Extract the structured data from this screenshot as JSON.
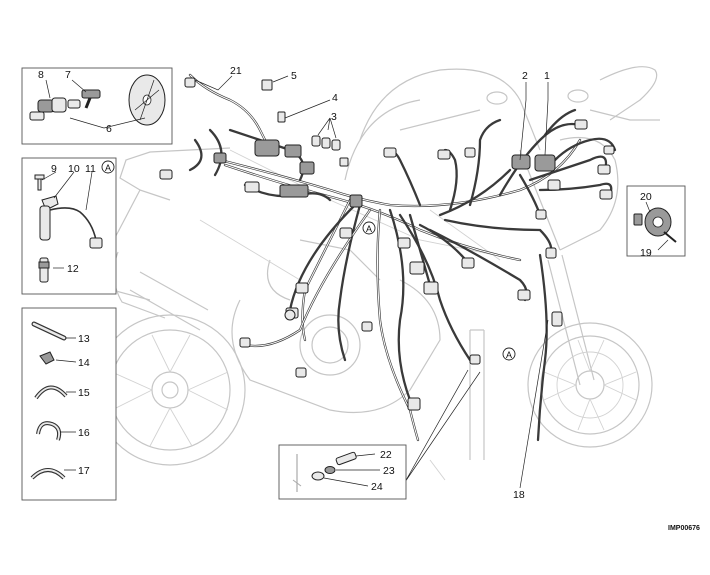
{
  "diagram_code": "IMP00676",
  "reference_marker": "A",
  "callouts": {
    "c1": "1",
    "c2": "2",
    "c3": "3",
    "c4": "4",
    "c5": "5",
    "c6": "6",
    "c7": "7",
    "c8": "8",
    "c9": "9",
    "c10": "10",
    "c11": "11",
    "c12": "12",
    "c13": "13",
    "c14": "14",
    "c15": "15",
    "c16": "16",
    "c17": "17",
    "c18": "18",
    "c19": "19",
    "c20": "20",
    "c21": "21",
    "c22": "22",
    "c23": "23",
    "c24": "24"
  },
  "colors": {
    "wire": "#3a3a3a",
    "ghost_outline": "#c6c6c6",
    "box_border": "#555555"
  }
}
